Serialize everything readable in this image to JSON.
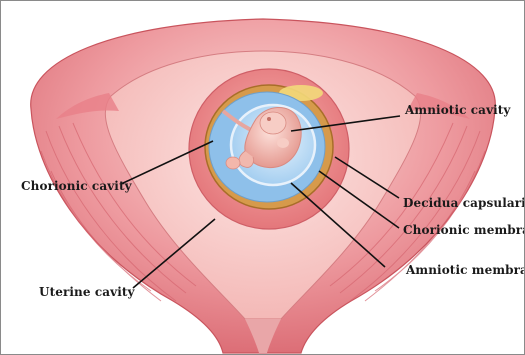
{
  "labels": {
    "amniotic_cavity": "Amniotic cavity",
    "chorionic_cavity": "Chorionic cavity",
    "decidua_capsularis": "Decidua capsularis",
    "chorionic_membrane": "Chorionic membrane",
    "amniotic_membrane": "Amniotic membrane",
    "uterine_cavity": "Uterine cavity"
  },
  "colors": {
    "uterine_wall": "#e8848c",
    "uterine_cavity": "#f6c6c4",
    "decidua": "#f08f8c",
    "chorion_ring": "#c98a3a",
    "chorionic_cavity": "#8fc0e8",
    "amniotic_cavity": "#b9dcf6",
    "embryo": "#f2c0b6",
    "leader_line": "#111111"
  }
}
